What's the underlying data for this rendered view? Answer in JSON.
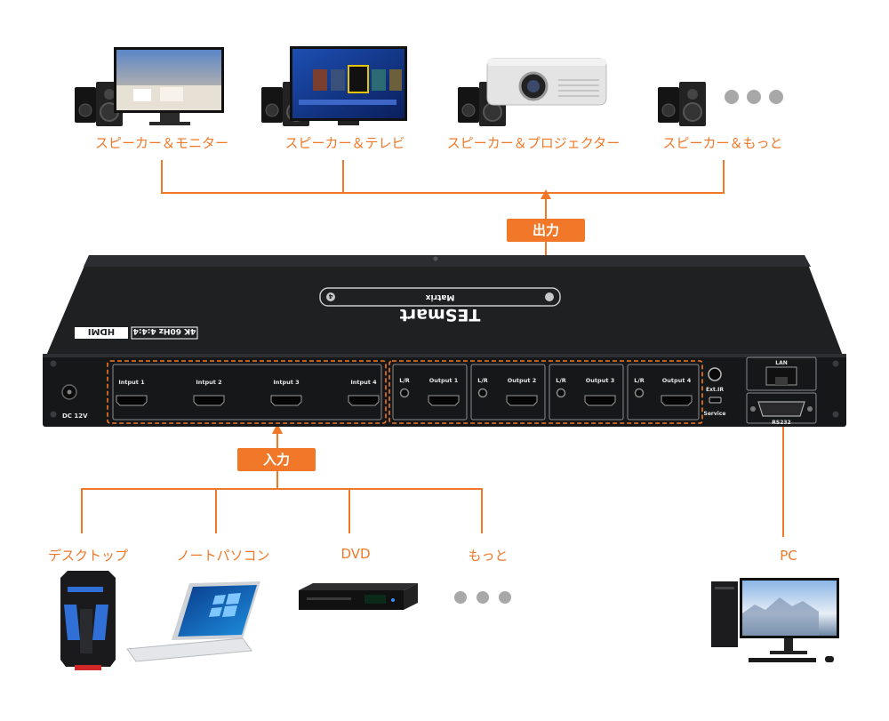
{
  "outputs_tag": "出力",
  "inputs_tag": "入力",
  "output_devices": [
    {
      "label": "スピーカー＆モニター"
    },
    {
      "label": "スピーカー＆テレビ"
    },
    {
      "label": "スピーカー＆プロジェクター"
    },
    {
      "label": "スピーカー＆もっと"
    }
  ],
  "input_devices": [
    {
      "label": "デスクトップ"
    },
    {
      "label": "ノートパソコン"
    },
    {
      "label": "DVD"
    },
    {
      "label": "もっと"
    }
  ],
  "pc_label": "PC",
  "device": {
    "brand": "TESmart",
    "model": "Matrix",
    "model_number": "4",
    "hdmi_badge": "HDMI",
    "spec_badge": "4K 60Hz 4:4:4",
    "power_label": "DC 12V",
    "inputs": [
      "Intput 1",
      "Intput 2",
      "Intput 3",
      "Intput 4"
    ],
    "outputs": [
      "Output 1",
      "Output 2",
      "Output 3",
      "Output 4"
    ],
    "audio_label": "L/R",
    "ir_label": "Ext.IR",
    "service_label": "Service",
    "lan_label": "LAN",
    "rs232_label": "RS232"
  },
  "colors": {
    "accent": "#f07828",
    "device_body": "#2a2b2d",
    "panel": "#1b1c1e"
  }
}
